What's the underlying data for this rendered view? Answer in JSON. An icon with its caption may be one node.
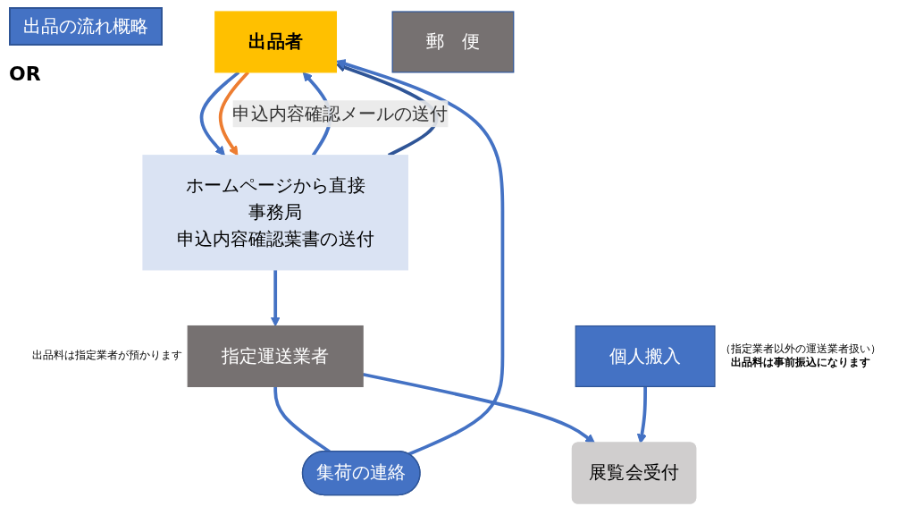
{
  "diagram": {
    "title": "出品の流れ概略",
    "nodes": [
      {
        "text": [
          "出品者"
        ]
      },
      {
        "text": [
          "郵　便"
        ]
      },
      {
        "text": [
          "ホームページから直接",
          "事務局",
          "申込内容確認葉書の送付"
        ]
      },
      {
        "text": [
          "集荷の連絡"
        ]
      },
      {
        "text": [
          "指定運送業者"
        ],
        "beside": [
          "出品料は指定業者が預かります"
        ]
      },
      {
        "text": [
          "個人搬入"
        ],
        "beside": [
          "（指定業者以外の運送業者扱い）",
          "出品料は事前振込になります"
        ]
      },
      {
        "text": [
          "展覧会受付"
        ]
      }
    ],
    "edges": [
      {
        "from": 0,
        "to": 2,
        "arrow": "to"
      },
      {
        "from": 2,
        "to": 0,
        "arrow": "to",
        "label": "申込内容確認メールの送付"
      },
      {
        "from": 0,
        "to": 2,
        "arrow": "to",
        "color": "#ed7d31"
      },
      {
        "from": 2,
        "to": 0,
        "arrow": "to",
        "color": "#2f5597"
      },
      {
        "from": 2,
        "to": 4,
        "arrow": "to"
      },
      {
        "from": 4,
        "to": 3,
        "arrow": "none"
      },
      {
        "from": 3,
        "to": 0,
        "arrow": "to"
      },
      {
        "from": 4,
        "to": 6,
        "arrow": "to"
      },
      {
        "from": 5,
        "to": 6,
        "arrow": "to"
      }
    ],
    "labels": [
      "OR"
    ]
  }
}
